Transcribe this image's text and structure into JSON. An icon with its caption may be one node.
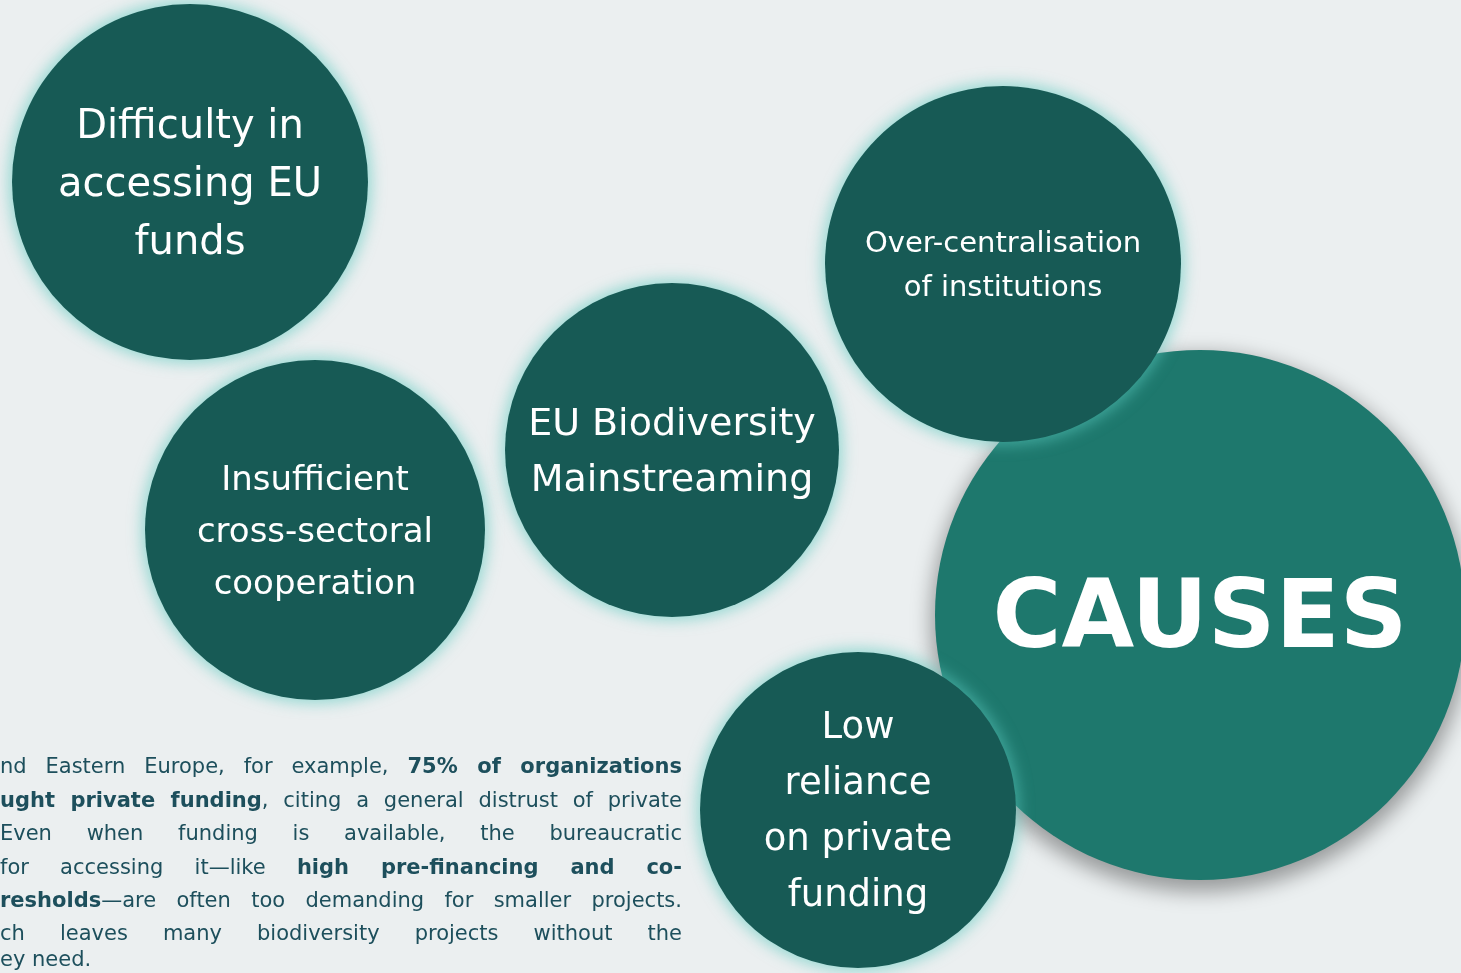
{
  "diagram": {
    "nodes": [
      {
        "text": [
          "Difficulty in accessing EU funds"
        ]
      },
      {
        "text": [
          "Insufficient cross-sectoral cooperation"
        ]
      },
      {
        "text": [
          "EU Biodiversity Mainstreaming"
        ]
      },
      {
        "text": [
          "CAUSES"
        ]
      },
      {
        "text": [
          "Over-centralisation of institutions"
        ]
      },
      {
        "text": [
          "Low reliance on private funding"
        ]
      }
    ],
    "labels": [
      "nd Eastern Europe, for example, **75% of organizations**",
      "**ught private funding**, citing a general distrust of private",
      "Even when funding is available, the bureaucratic",
      "for accessing it—like **high pre-financing and co-**",
      "**resholds**—are often too demanding for smaller projects.",
      "ch leaves many biodiversity projects without the",
      "ey need."
    ]
  }
}
